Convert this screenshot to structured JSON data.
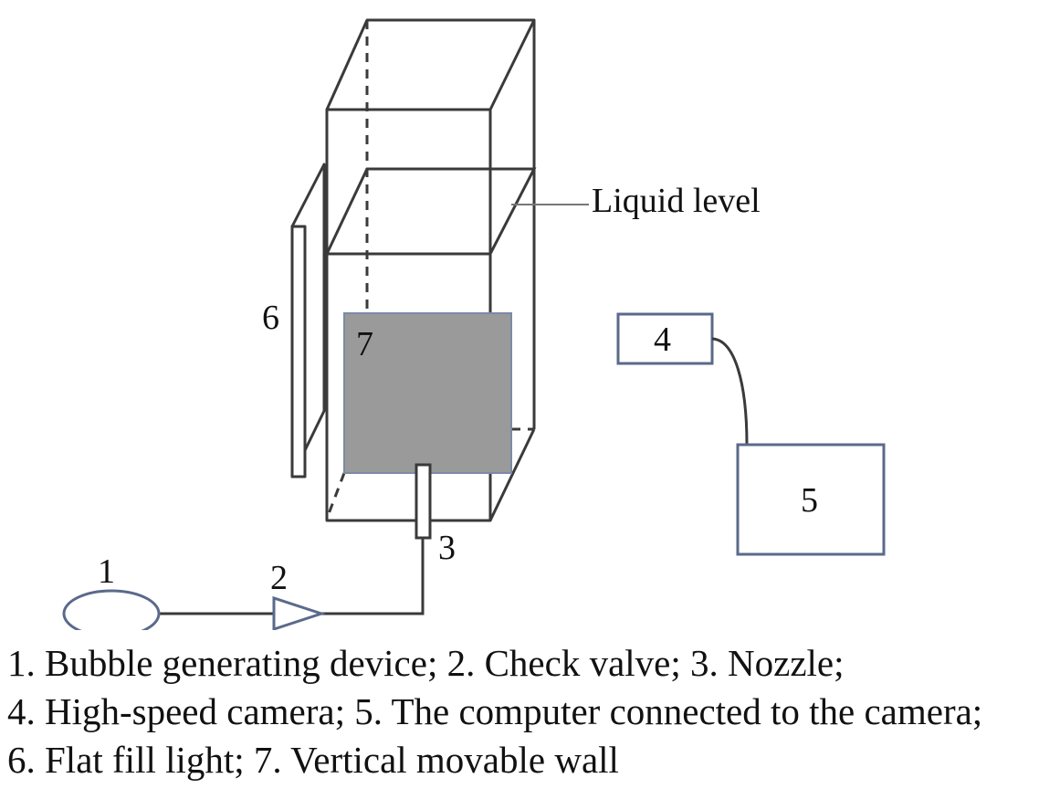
{
  "labels": {
    "liquid_level": "Liquid level",
    "n1": "1",
    "n2": "2",
    "n3": "3",
    "n4": "4",
    "n5": "5",
    "n6": "6",
    "n7": "7"
  },
  "caption": {
    "line1": "1. Bubble generating device;  2. Check valve;  3. Nozzle;",
    "line2": "4. High-speed camera;  5. The computer connected to the camera;",
    "line3": "6. Flat fill light;  7. Vertical movable wall"
  },
  "colors": {
    "line": "#3a3a3a",
    "wall_fill": "#9a9a9a",
    "wall_stroke": "#7b8aa6",
    "blue_stroke": "#5a6a8a"
  }
}
